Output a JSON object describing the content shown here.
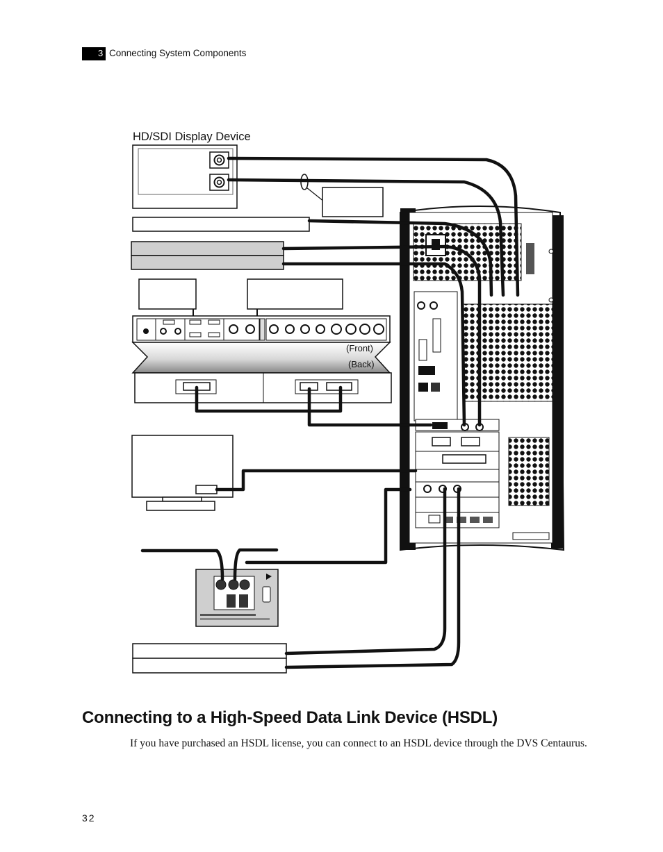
{
  "header": {
    "chapter_number": "3",
    "chapter_title": "Connecting System Components"
  },
  "figure": {
    "display_device_label": "HD/SDI Display Device",
    "front_label": "(Front)",
    "back_label": "(Back)"
  },
  "section": {
    "title": "Connecting to a High-Speed Data Link Device (HSDL)",
    "body": "If you have purchased an HSDL license, you can connect to an HSDL device through the DVS Centaurus."
  },
  "footer": {
    "page_number": "32"
  }
}
